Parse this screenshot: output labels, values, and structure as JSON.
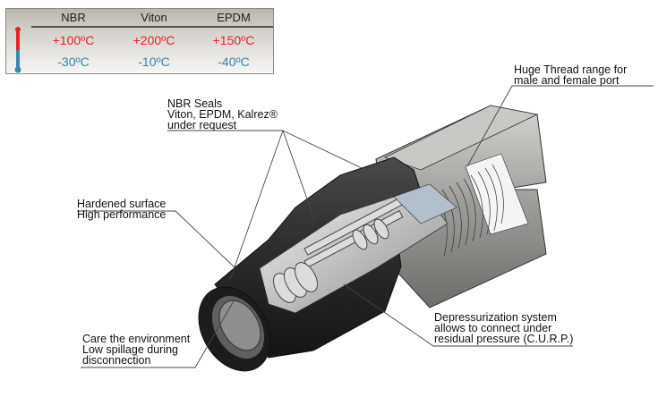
{
  "temperature_table": {
    "columns": [
      "NBR",
      "Viton",
      "EPDM"
    ],
    "max_temps": [
      "+100ºC",
      "+200ºC",
      "+150ºC"
    ],
    "min_temps": [
      "-30ºC",
      "-10ºC",
      "-40ºC"
    ],
    "icon": "thermometer-icon",
    "colors": {
      "hot": "#e8222a",
      "cold": "#3a86ad"
    }
  },
  "annotations": {
    "seals": [
      "NBR Seals",
      "Viton, EPDM, Kalrez®",
      "under request"
    ],
    "thread": [
      "Huge Thread range for",
      "male and female port"
    ],
    "surface": [
      "Hardened surface",
      "High performance"
    ],
    "environment": [
      "Care the environment",
      "Low spillage during",
      "disconnection"
    ],
    "depressurization": [
      "Depressurization system",
      "allows to connect under",
      "residual pressure (C.U.R.P.)"
    ]
  },
  "diagram": {
    "subject": "Cutaway view of hydraulic quick-release coupling"
  }
}
